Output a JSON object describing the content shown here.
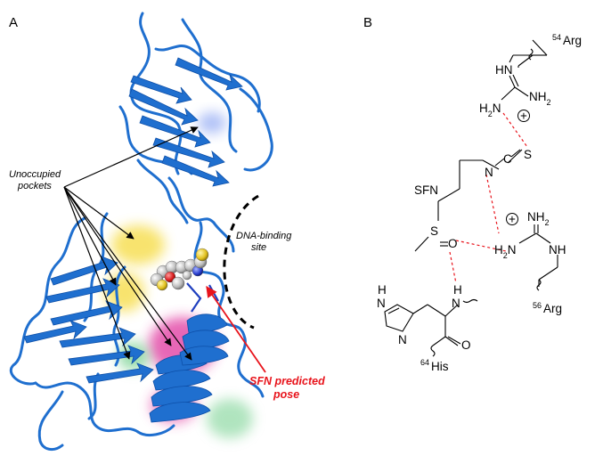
{
  "panel_a": {
    "label": "A",
    "unoccupied_line1": "Unoccupied",
    "unoccupied_line2": "pockets",
    "dna_line1": "DNA-binding",
    "dna_line2": "site",
    "sfn_pose_line1": "SFN predicted",
    "sfn_pose_line2": "pose"
  },
  "panel_b": {
    "label": "B",
    "arg54_num": "54",
    "arg54_res": "Arg",
    "arg56_num": "56",
    "arg56_res": "Arg",
    "his64_num": "64",
    "his64_res": "His",
    "sfn_label": "SFN",
    "hn": "HN",
    "nh2": "NH",
    "h2n": "H",
    "n": "N",
    "c": "C",
    "s": "S",
    "o": "O",
    "h": "H",
    "nh": "NH",
    "sub2": "2",
    "plus": "+"
  },
  "colors": {
    "protein": "#1f6fcf",
    "protein_dark": "#0d4fa8",
    "pocket_yellow": "#f7df55",
    "pocket_magenta": "#e0359e",
    "pocket_green": "#6fcf8a",
    "pocket_blue": "#6f8ff0",
    "hbond": "#e8141c",
    "dna_site": "#000000"
  }
}
